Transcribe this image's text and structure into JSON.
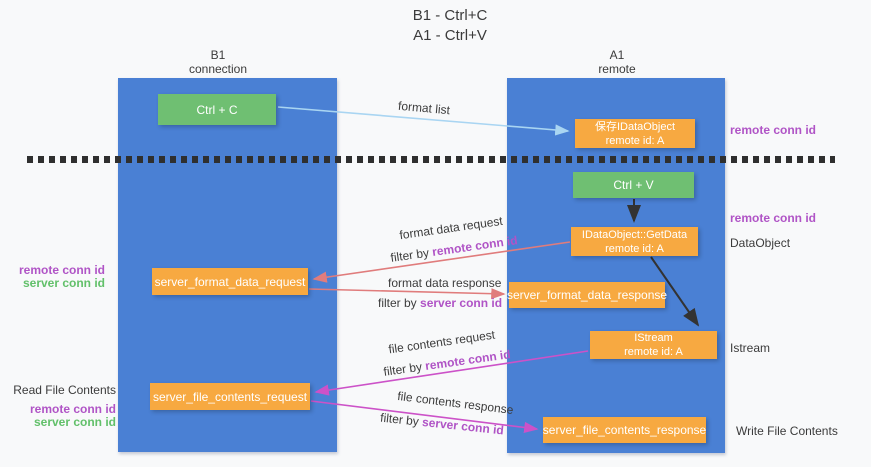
{
  "title": {
    "line1": "B1 - Ctrl+C",
    "line2": "A1 - Ctrl+V"
  },
  "lanes": {
    "left": {
      "title": "B1",
      "subtitle": "connection"
    },
    "right": {
      "title": "A1",
      "subtitle": "remote"
    }
  },
  "nodes": {
    "ctrl_c": {
      "label": "Ctrl + C"
    },
    "save_idataobject": {
      "line1": "保存IDataObject",
      "line2": "remote id: A"
    },
    "ctrl_v": {
      "label": "Ctrl + V"
    },
    "getdata": {
      "line1": "IDataObject::GetData",
      "line2": "remote id: A"
    },
    "format_request": {
      "label": "server_format_data_request"
    },
    "format_response": {
      "label": "server_format_data_response"
    },
    "istream": {
      "line1": "IStream",
      "line2": "remote id: A"
    },
    "file_request": {
      "label": "server_file_contents_request"
    },
    "file_response": {
      "label": "server_file_contents_response"
    }
  },
  "labels": {
    "format_list": "format list",
    "filter_by": "filter by",
    "remote_conn_id": "remote conn id",
    "server_conn_id": "server conn id",
    "format_data_request": "format data request",
    "format_data_response": "format data response",
    "file_contents_request": "file contents request",
    "file_contents_response": "file contents response",
    "dataobject": "DataObject",
    "istream_side": "Istream",
    "read_file_contents": "Read File Contents",
    "write_file_contents": "Write File Contents"
  },
  "colors": {
    "lane_blue": "#4a80d4",
    "node_orange": "#f7a941",
    "node_green": "#6fbf72",
    "accent_purple": "#b054c6",
    "accent_green": "#62c06a",
    "arrow_red": "#e07c7c",
    "arrow_magenta": "#cc52c8",
    "arrow_lightblue": "#a9d5f2",
    "arrow_black": "#333333"
  }
}
